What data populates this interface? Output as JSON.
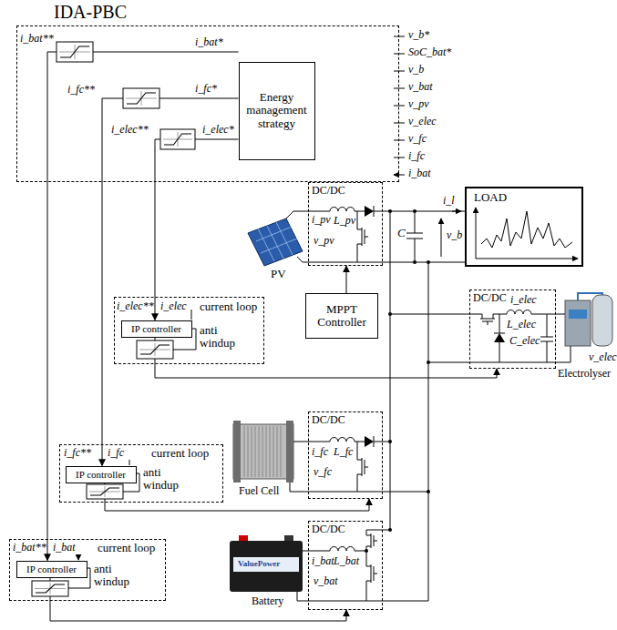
{
  "diagram": {
    "nodes": [
      {
        "text": [
          "IDA-PBC"
        ]
      },
      {
        "text": [
          "Energy management strategy"
        ],
        "in": 0
      },
      {
        "text": [
          "DC/DC"
        ]
      },
      {
        "text": [
          "LOAD"
        ]
      },
      {
        "text": [
          "MPPT Controller"
        ]
      },
      {
        "text": [
          "DC/DC"
        ]
      },
      {
        "text": [
          "current loop",
          "anti windup"
        ]
      },
      {
        "text": [
          "IP controller"
        ],
        "in": 6
      },
      {
        "text": [
          "current loop",
          "anti windup"
        ]
      },
      {
        "text": [
          "IP controller"
        ],
        "in": 8
      },
      {
        "text": [
          "DC/DC"
        ]
      },
      {
        "text": [
          "current loop",
          "anti windup"
        ]
      },
      {
        "text": [
          "IP controller"
        ],
        "in": 11
      },
      {
        "text": [
          "DC/DC"
        ]
      }
    ],
    "edges": [
      {
        "from": 1,
        "to": 7,
        "arrow": "to"
      },
      {
        "from": 1,
        "to": 9,
        "arrow": "to"
      },
      {
        "from": 1,
        "to": 12,
        "arrow": "to"
      },
      {
        "from": 4,
        "to": 2,
        "arrow": "to"
      },
      {
        "from": 6,
        "to": 5,
        "arrow": "to"
      },
      {
        "from": 8,
        "to": 10,
        "arrow": "to"
      },
      {
        "from": 11,
        "to": 13,
        "arrow": "to"
      }
    ],
    "labels": [
      "i_bat**",
      "i_bat*",
      "i_fc**",
      "i_fc*",
      "i_elec**",
      "i_elec*",
      "v_b*",
      "SoC_bat*",
      "v_b",
      "v_bat",
      "v_pv",
      "v_elec",
      "v_fc",
      "i_fc",
      "i_bat",
      "i_pv",
      "v_pv",
      "L_pv",
      "PV",
      "C",
      "i_l",
      "v_b",
      "i_elec",
      "L_elec",
      "C_elec",
      "v_elec",
      "Electrolyser",
      "i_elec**",
      "i_elec",
      "i_fc**",
      "i_fc",
      "i_fc",
      "v_fc",
      "L_fc",
      "Fuel Cell",
      "i_bat**",
      "i_bat",
      "i_bat",
      "v_bat",
      "L_bat",
      "Battery",
      "ValuePower"
    ]
  }
}
